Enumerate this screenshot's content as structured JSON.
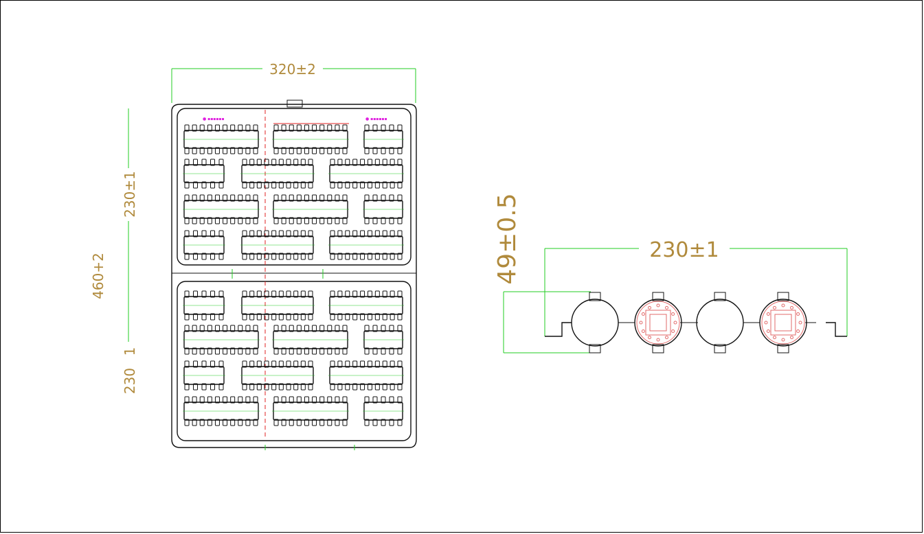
{
  "dimensions": {
    "tray_width": "320±2",
    "tray_height_total": "460+2",
    "tray_half_upper": "230±1",
    "tray_half_lower_a": "230",
    "tray_half_lower_b": "1",
    "profile_width": "230±1",
    "profile_height": "49±0.5"
  },
  "colors": {
    "dimension_text": "#b08a3c",
    "dimension_line": "#22cc22",
    "outline": "#111111",
    "pcb": "#e26a6a",
    "annotation": "#e020e0",
    "centerline": "#e02020"
  }
}
